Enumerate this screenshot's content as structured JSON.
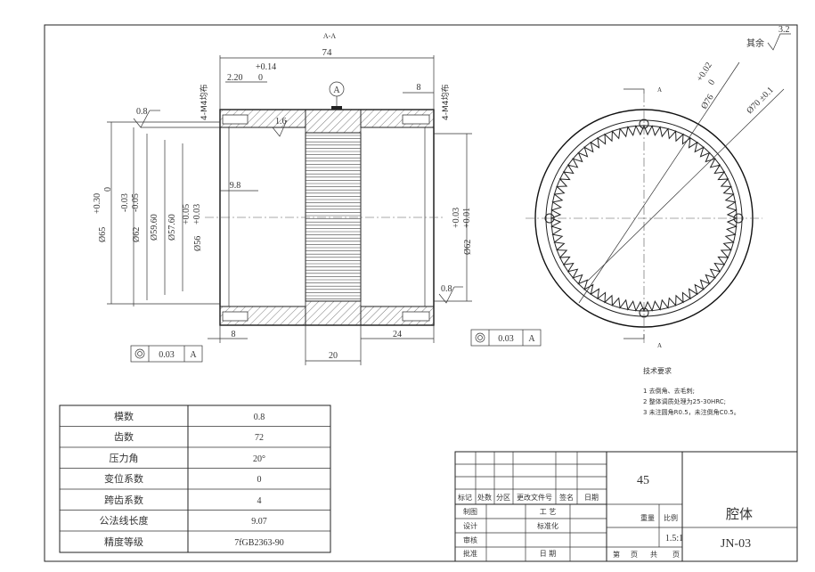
{
  "section_label": "A-A",
  "surface_symbol": {
    "value": "3.2",
    "note": "其余"
  },
  "dims": {
    "overall_length": "74",
    "tol_up_014": "+0.14",
    "tol_zero": "0",
    "left_offset": "2.20",
    "right_hole_depth": "8",
    "left_slot": "8",
    "right_slot": "24",
    "tooth_width": "20",
    "inner_step": "9.8",
    "datum_A": "A",
    "roughness_08": "0.8",
    "roughness_16": "1.6",
    "thread_left": "4-M4均布",
    "thread_right": "4-M4均布",
    "d65": "Ø65",
    "d65_tol_up": "+0.30",
    "d65_tol_low": "0",
    "d62": "Ø62",
    "d62_tol_up": "-0.03",
    "d62_tol_low": "-0.05",
    "d596": "Ø59.60",
    "d576": "Ø57.60",
    "d56": "Ø56",
    "d56_tol_up": "+0.05",
    "d56_tol_low": "+0.03",
    "d62r": "Ø62",
    "d62r_tol_up": "+0.03",
    "d62r_tol_low": "+0.01",
    "d76": "Ø76",
    "d76_tol_up": "+0.02",
    "d76_tol_low": "0",
    "d70": "Ø70 ±0.1",
    "coax_left_val": "0.03",
    "coax_right_val": "0.03",
    "view_mark": "A"
  },
  "tech_req": {
    "title": "技术要求",
    "items": [
      "1 去倒角、去毛刺;",
      "2 整体调质处理为25-30HRC;",
      "3 未注圆角R0.5，未注倒角C0.5。"
    ]
  },
  "gear_params": [
    {
      "name": "模数",
      "value": "0.8"
    },
    {
      "name": "齿数",
      "value": "72"
    },
    {
      "name": "压力角",
      "value": "20°"
    },
    {
      "name": "变位系数",
      "value": "0"
    },
    {
      "name": "跨齿系数",
      "value": "4"
    },
    {
      "name": "公法线长度",
      "value": "9.07"
    },
    {
      "name": "精度等级",
      "value": "7fGB2363-90"
    }
  ],
  "title_block": {
    "material": "45",
    "part_name": "腔体",
    "drawing_no": "JN-03",
    "weight_label": "重量",
    "scale_label": "比例",
    "scale_value": "1.5:1",
    "rev_headers": [
      "标记",
      "处数",
      "分区",
      "更改文件号",
      "签名",
      "日期"
    ],
    "row_labels": [
      "制图",
      "设计",
      "审核",
      "批准"
    ],
    "mid_labels": [
      "工 艺",
      "标准化",
      "",
      "日 期"
    ],
    "sheet_prefix": "第",
    "sheet_unit": "页",
    "total_prefix": "共",
    "total_unit": "页"
  }
}
